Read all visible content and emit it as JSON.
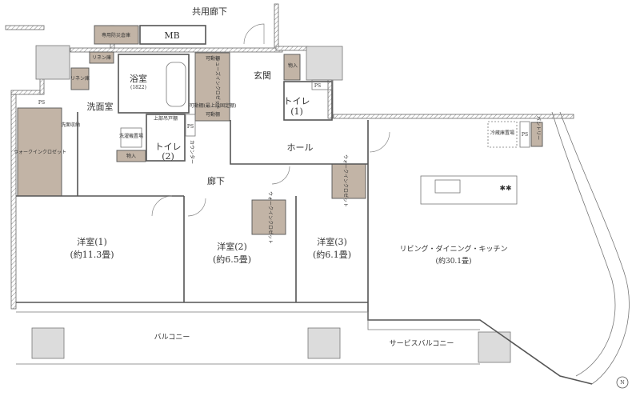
{
  "labels": {
    "common_corridor": "共用廊下",
    "disaster_storage": "専用防災倉庫",
    "mb": "MB",
    "linen_1": "リネン庫",
    "linen_2": "リネン庫",
    "bathroom": "浴室",
    "bathroom_size": "(1822)",
    "shelf_top": "可動棚",
    "shoes_closet": "シューズインクロゼット",
    "shelf_mid": "可動棚(最上段固定棚)",
    "shelf_bottom": "可動棚",
    "entrance": "玄関",
    "storage_1": "物入",
    "ps_1": "PS",
    "toilet_1": "トイレ",
    "toilet_1_num": "(1)",
    "washroom": "洗面室",
    "ps_2": "PS",
    "wash_storage": "洗面収納",
    "washer_space": "洗濯機置場",
    "upper_cabinet": "上部吊戸棚",
    "ps_3": "PS",
    "toilet_2": "トイレ",
    "toilet_2_num": "(2)",
    "counter": "カウンター",
    "storage_2": "物入",
    "wic_1": "ウォークインクロゼット",
    "hall": "ホール",
    "corridor": "廊下",
    "wic_2": "ウォークインクロゼット",
    "wic_3": "ウォークインクロゼット",
    "room1": "洋室(1)",
    "room1_size": "(約11.3畳)",
    "room2": "洋室(2)",
    "room2_size": "(約6.5畳)",
    "room3": "洋室(3)",
    "room3_size": "(約6.1畳)",
    "ldk": "リビング・ダイニング・キッチン",
    "ldk_size": "(約30.1畳)",
    "fridge": "冷蔵庫置場",
    "ps_4": "PS",
    "pantry": "パントリー",
    "balcony": "バルコニー",
    "service_balcony": "サービスバルコニー",
    "north": "N"
  },
  "colors": {
    "closet": "#c2b4a6",
    "wall": "#555555",
    "pillar": "#dcdcdc"
  }
}
